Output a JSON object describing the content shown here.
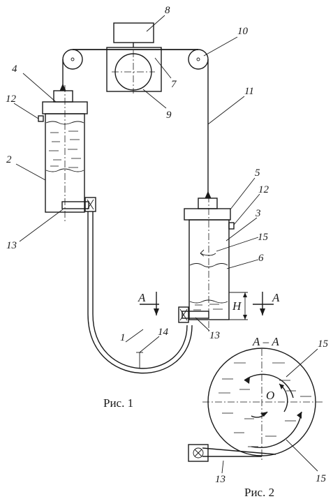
{
  "figure1": {
    "caption": "Рис. 1",
    "callouts": {
      "c1": "1",
      "c2": "2",
      "c3": "3",
      "c4": "4",
      "c5": "5",
      "c6": "6",
      "c7": "7",
      "c8": "8",
      "c9": "9",
      "c10": "10",
      "c11": "11",
      "c12a": "12",
      "c12b": "12",
      "c13a": "13",
      "c13b": "13",
      "c14": "14",
      "c15": "15"
    },
    "section_left": "А",
    "section_right": "А",
    "level_label": "H"
  },
  "figure2": {
    "caption": "Рис. 2",
    "section_title": "А – А",
    "center_label": "О",
    "callouts": {
      "c15a": "15",
      "c15b": "15",
      "c13": "13"
    }
  }
}
